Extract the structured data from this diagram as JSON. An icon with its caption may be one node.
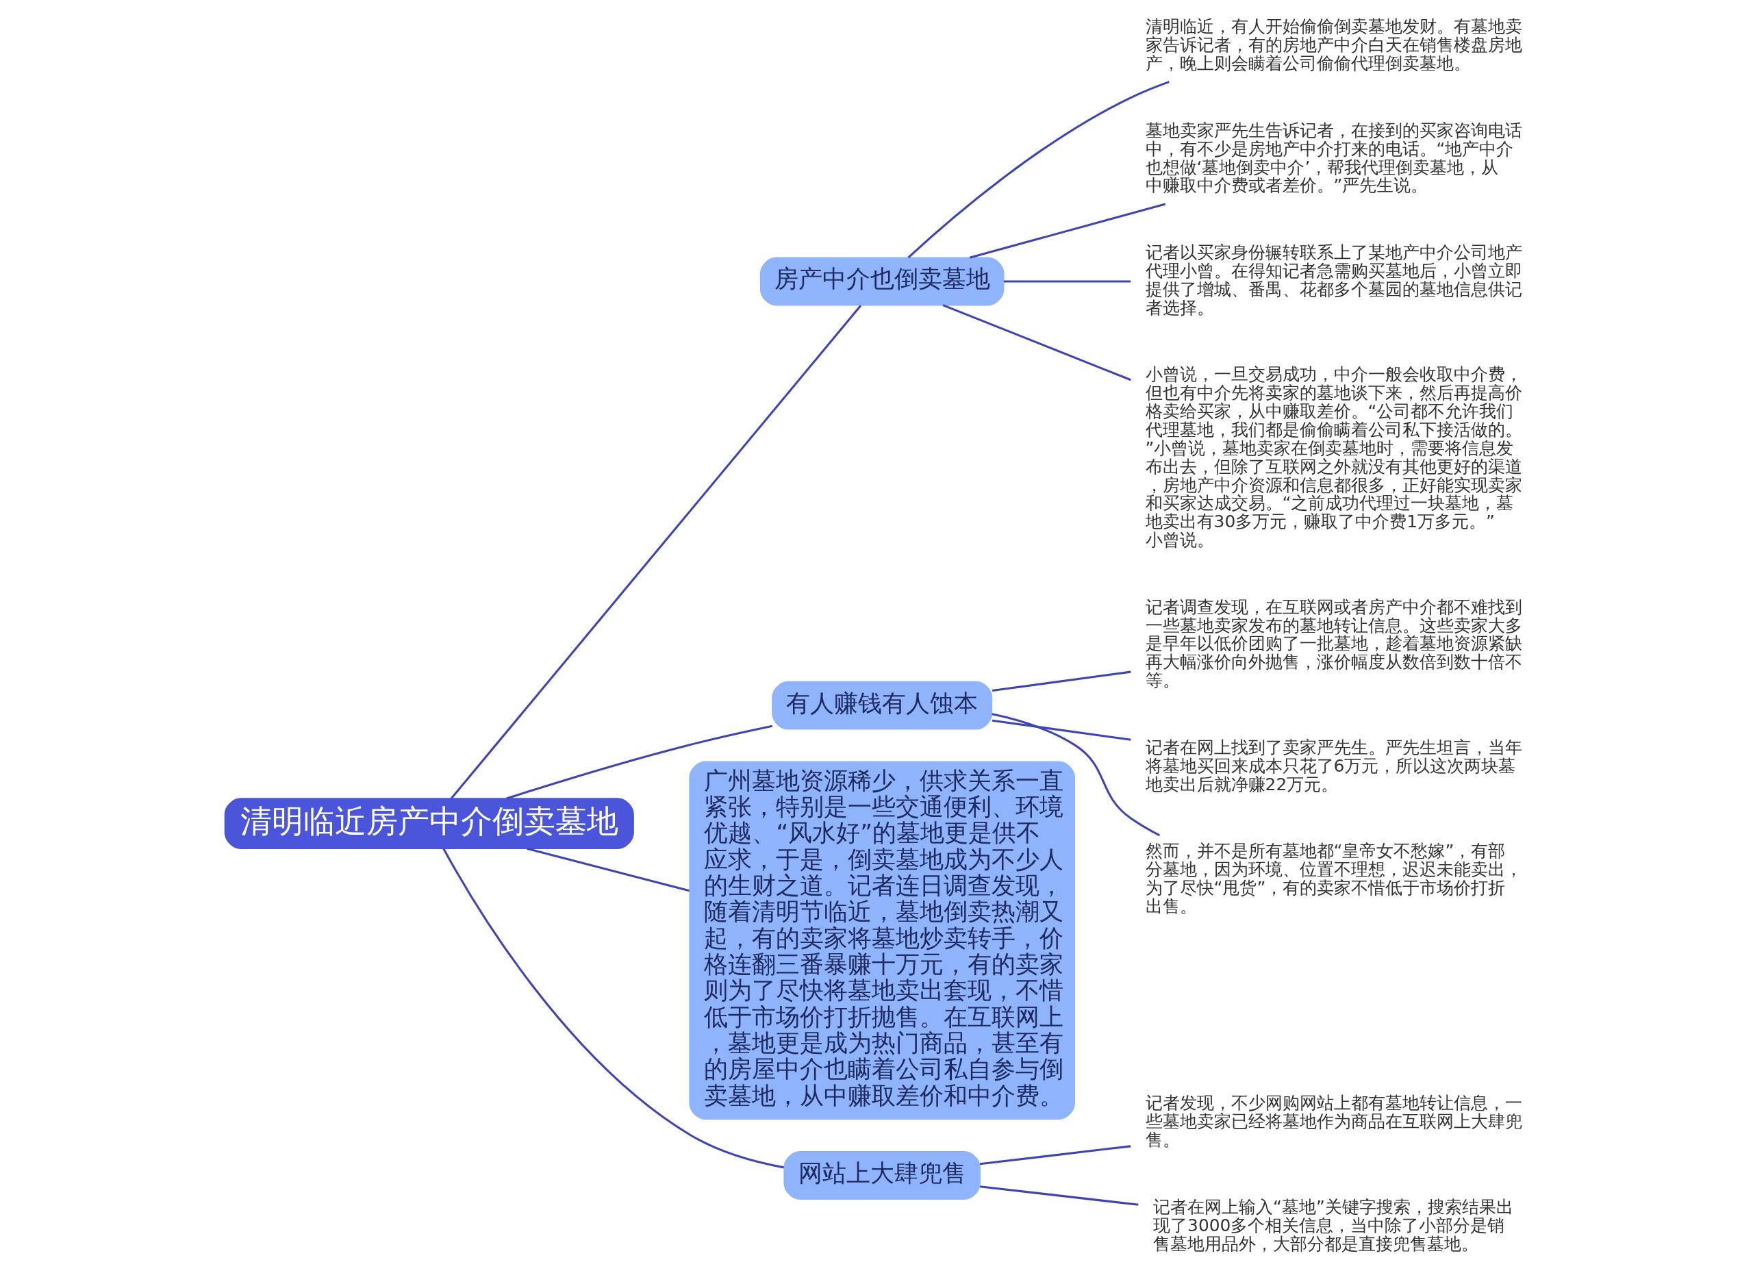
{
  "diagram": {
    "nodes": [
      {
        "text": [
          "清明临近房产中介倒卖墓地"
        ]
      },
      {
        "text": [
          "房产中介也倒卖墓地"
        ]
      },
      {
        "text": [
          "清明临近，有人开始偷偷倒卖墓地发财。有墓地卖家告诉记者，有的房地产中介白天在销售楼盘房地产，晚上则会瞒着公司偷偷代理倒卖墓地。"
        ]
      },
      {
        "text": [
          "墓地卖家严先生告诉记者，在接到的买家咨询电话中，有不少是房地产中介打来的电话。“地产中介也想做‘墓地倒卖中介’，帮我代理倒卖墓地，从中赚取中介费或者差价。”严先生说。"
        ]
      },
      {
        "text": [
          "记者以买家身份辗转联系上了某地产中介公司地产代理小曾。在得知记者急需购买墓地后，小曾立即提供了增城、番禺、花都多个墓园的墓地信息供记者选择。"
        ]
      },
      {
        "text": [
          "小曾说，一旦交易成功，中介一般会收取中介费，但也有中介先将卖家的墓地谈下来，然后再提高价格卖给买家，从中赚取差价。“公司都不允许我们代理墓地，我们都是偷偷瞒着公司私下接活做的。”小曾说，墓地卖家在倒卖墓地时，需要将信息发布出去，但除了互联网之外就没有其他更好的渠道，房地产中介资源和信息都很多，正好能实现卖家和买家达成交易。“之前成功代理过一块墓地，墓地卖出有30多万元，赚取了中介费1万多元。”小曾说。"
        ]
      },
      {
        "text": [
          "有人赚钱有人蚀本"
        ]
      },
      {
        "text": [
          "记者调查发现，在互联网或者房产中介都不难找到一些墓地卖家发布的墓地转让信息。这些卖家大多是早年以低价团购了一批墓地，趁着墓地资源紧缺再大幅涨价向外抛售，涨价幅度从数倍到数十倍不等。"
        ]
      },
      {
        "text": [
          "记者在网上找到了卖家严先生。严先生坦言，当年将墓地买回来成本只花了6万元，所以这次两块墓地卖出后就净赚22万元。"
        ]
      },
      {
        "text": [
          "然而，并不是所有墓地都“皇帝女不愁嫁”，有部分墓地，因为环境、位置不理想，迟迟未能卖出，为了尽快“甩货”，有的卖家不惜低于市场价打折出售。"
        ]
      },
      {
        "text": [
          "广州墓地资源稀少，供求关系一直紧张，特别是一些交通便利、环境优越、“风水好”的墓地更是供不应求，于是，倒卖墓地成为不少人的生财之道。记者连日调查发现，随着清明节临近，墓地倒卖热潮又起，有的卖家将墓地炒卖转手，价格连翻三番暴赚十万元，有的卖家则为了尽快将墓地卖出套现，不惜低于市场价打折抛售。在互联网上，墓地更是成为热门商品，甚至有的房屋中介也瞒着公司私自参与倒卖墓地，从中赚取差价和中介费。"
        ]
      },
      {
        "text": [
          "网站上大肆兜售"
        ]
      },
      {
        "text": [
          "记者发现，不少网购网站上都有墓地转让信息，一些墓地卖家已经将墓地作为商品在互联网上大肆兜售。"
        ]
      },
      {
        "text": [
          "记者在网上输入“墓地”关键字搜索，搜索结果出现了3000多个相关信息，当中除了小部分是销售墓地用品外，大部分都是直接兜售墓地。"
        ]
      }
    ],
    "edges": [
      {
        "from": 0,
        "to": 1,
        "arrow": "none"
      },
      {
        "from": 1,
        "to": 2,
        "arrow": "none"
      },
      {
        "from": 1,
        "to": 3,
        "arrow": "none"
      },
      {
        "from": 1,
        "to": 4,
        "arrow": "none"
      },
      {
        "from": 1,
        "to": 5,
        "arrow": "none"
      },
      {
        "from": 0,
        "to": 6,
        "arrow": "none"
      },
      {
        "from": 6,
        "to": 7,
        "arrow": "none"
      },
      {
        "from": 6,
        "to": 8,
        "arrow": "none"
      },
      {
        "from": 6,
        "to": 9,
        "arrow": "none"
      },
      {
        "from": 0,
        "to": 10,
        "arrow": "none"
      },
      {
        "from": 0,
        "to": 11,
        "arrow": "none"
      },
      {
        "from": 11,
        "to": 12,
        "arrow": "none"
      },
      {
        "from": 11,
        "to": 13,
        "arrow": "none"
      }
    ]
  }
}
